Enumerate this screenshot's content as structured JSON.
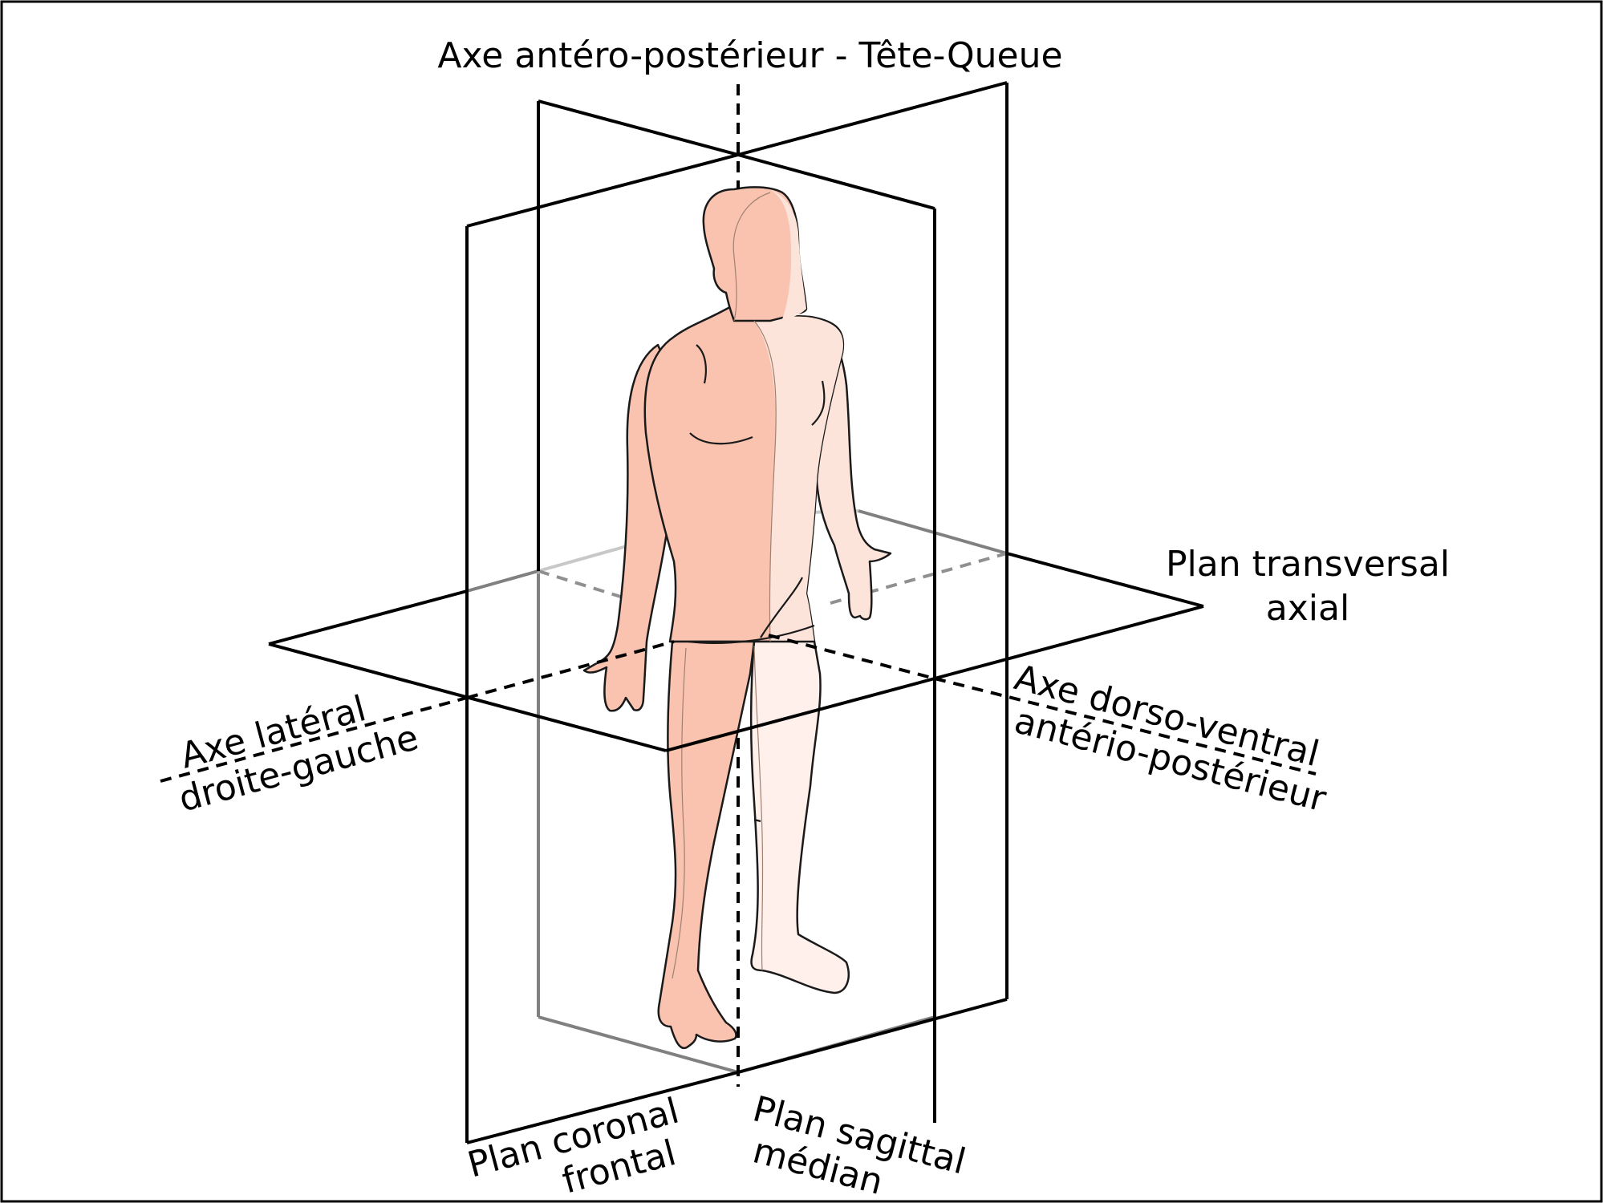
{
  "labels": {
    "vertical_axis": "Axe antéro-postérieur - Tête-Queue",
    "transverse_plane_line1": "Plan transversal",
    "transverse_plane_line2": "axial",
    "lateral_axis_line1": "Axe latéral",
    "lateral_axis_line2": "droite-gauche",
    "dorsoventral_axis_line1": "Axe dorso-ventral",
    "dorsoventral_axis_line2": "antério-postérieur",
    "coronal_plane_line1": "Plan coronal",
    "coronal_plane_line2": "frontal",
    "sagittal_plane_line1": "Plan sagittal",
    "sagittal_plane_line2": "médian"
  },
  "colors": {
    "plane_stroke": "#000000",
    "plane_back_stroke": "#808080",
    "body_fill": "#f9c3b0",
    "body_light": "#fde4db",
    "body_lighter": "#fff0eb",
    "body_outline": "#1a1a1a"
  }
}
